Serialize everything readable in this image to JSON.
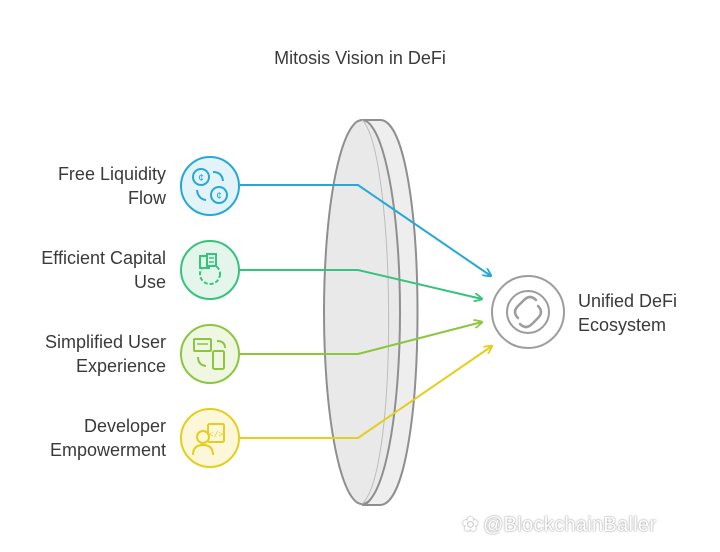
{
  "title": "Mitosis Vision in DeFi",
  "inputs": [
    {
      "line1": "Free Liquidity",
      "line2": "Flow",
      "icon": "currency-exchange-icon",
      "color": "#24a9d6",
      "fill": "#e3f3fa"
    },
    {
      "line1": "Efficient Capital",
      "line2": "Use",
      "icon": "capital-gear-icon",
      "color": "#36c37c",
      "fill": "#e4f6ec"
    },
    {
      "line1": "Simplified User",
      "line2": "Experience",
      "icon": "devices-sync-icon",
      "color": "#8cc63f",
      "fill": "#eff7e2"
    },
    {
      "line1": "Developer",
      "line2": "Empowerment",
      "icon": "developer-icon",
      "color": "#e3cf1c",
      "fill": "#fbf7d8"
    }
  ],
  "output": {
    "line1": "Unified DeFi",
    "line2": "Ecosystem",
    "icon": "unified-link-icon",
    "color": "#9c9c9c"
  },
  "lens_color": "#8f8f8f",
  "watermark": "@BlockchainBaller"
}
